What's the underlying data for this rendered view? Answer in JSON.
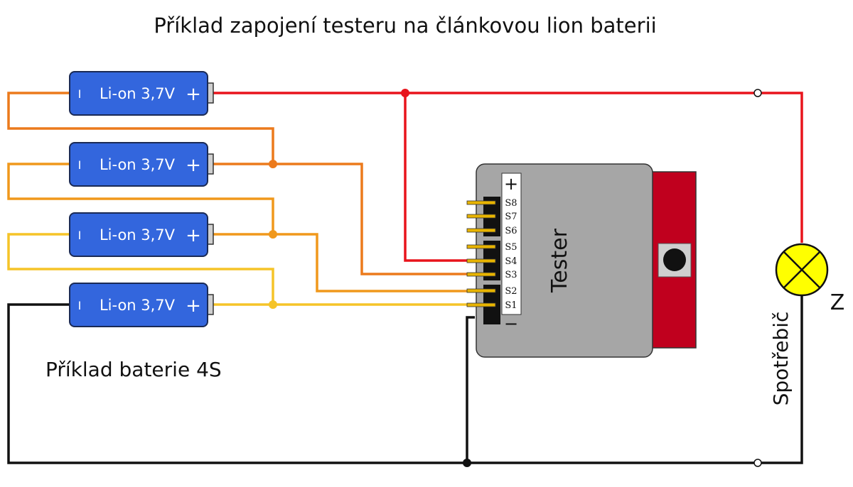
{
  "title": "Příklad zapojení testeru na článkovou lion baterii",
  "battery_caption": "Příklad baterie 4S",
  "cells": [
    {
      "label": "Li-on 3,7V",
      "minus": "I",
      "plus": "+"
    },
    {
      "label": "Li-on 3,7V",
      "minus": "I",
      "plus": "+"
    },
    {
      "label": "Li-on 3,7V",
      "minus": "I",
      "plus": "+"
    },
    {
      "label": "Li-on 3,7V",
      "minus": "I",
      "plus": "+"
    }
  ],
  "tester": {
    "name": "Tester",
    "strip_plus": "+",
    "strip_minus": "−",
    "pins": [
      "S8",
      "S7",
      "S6",
      "S5",
      "S4",
      "S3",
      "S2",
      "S1"
    ]
  },
  "load": {
    "name": "Spotřebič",
    "symbol_label": "Z"
  },
  "colors": {
    "cell_body": "#3366dd",
    "cell_cap": "#cfcfcf",
    "tester_body": "#a6a6a6",
    "tester_side": "#c0001e",
    "lamp": "#ffff00",
    "wire_red": "#e8141c",
    "wire_orange_dark": "#ec7a1c",
    "wire_orange": "#f0981c",
    "wire_yellow": "#f5c428",
    "wire_black": "#111111"
  }
}
